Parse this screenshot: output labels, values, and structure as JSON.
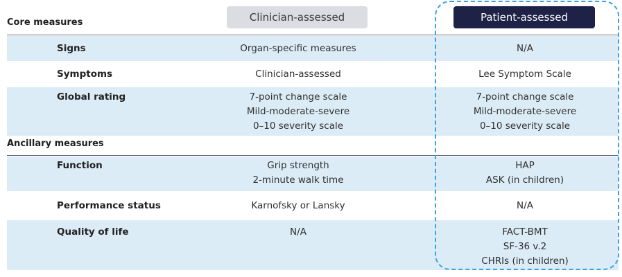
{
  "headers": {
    "core_label": "Core measures",
    "clinician": "Clinician-assessed",
    "patient": "Patient-assessed",
    "ancillary_label": "Ancillary measures"
  },
  "core_rows": [
    {
      "label": "Signs",
      "clinician": [
        "Organ-specific measures"
      ],
      "patient": [
        "N/A"
      ]
    },
    {
      "label": "Symptoms",
      "clinician": [
        "Clinician-assessed"
      ],
      "patient": [
        "Lee Symptom Scale"
      ]
    },
    {
      "label": "Global rating",
      "clinician": [
        "7-point change scale",
        "Mild-moderate-severe",
        "0–10 severity scale"
      ],
      "patient": [
        "7-point change scale",
        "Mild-moderate-severe",
        "0–10 severity scale"
      ]
    }
  ],
  "ancillary_rows": [
    {
      "label": "Function",
      "clinician": [
        "Grip strength",
        "2-minute walk time"
      ],
      "patient": [
        "HAP",
        "ASK (in children)"
      ]
    },
    {
      "label": "Performance status",
      "clinician": [
        "Karnofsky or Lansky"
      ],
      "patient": [
        "N/A"
      ]
    },
    {
      "label": "Quality of life",
      "clinician": [
        "N/A"
      ],
      "patient": [
        "FACT-BMT",
        "SF-36 v.2",
        "CHRIs (in children)"
      ]
    }
  ],
  "colors": {
    "row_shade": "#dcecf7",
    "clinician_pill": "#dcdde2",
    "patient_pill": "#1e2247",
    "dashed_border": "#3ea1df"
  }
}
